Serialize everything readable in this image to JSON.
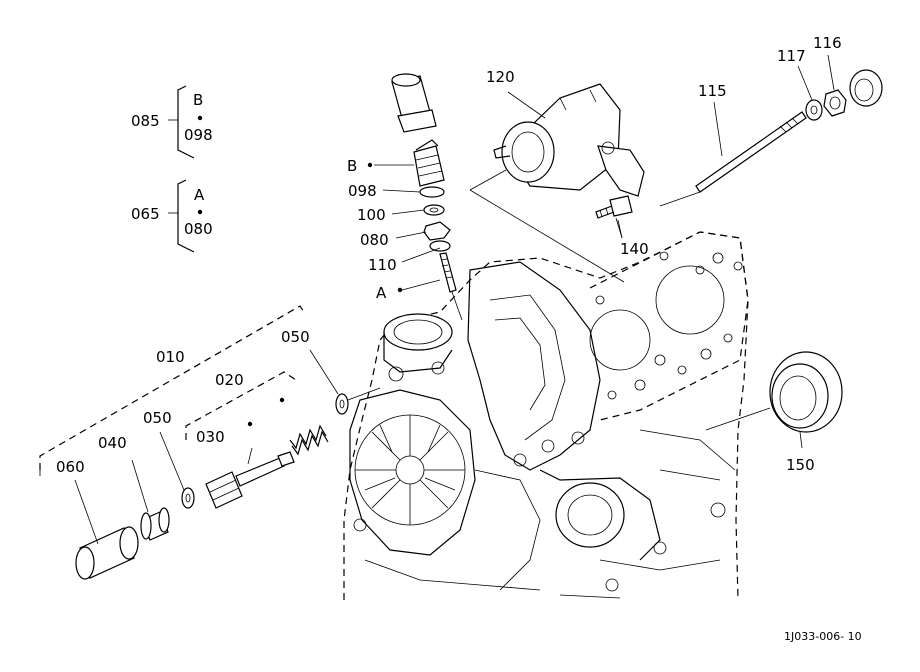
{
  "labels": {
    "p010": "010",
    "p020": "020",
    "p030": "030",
    "p040": "040",
    "p050a": "050",
    "p050b": "050",
    "p060": "060",
    "p065": "065",
    "p080a": "080",
    "p080b": "080",
    "p085": "085",
    "p098a": "098",
    "p098b": "098",
    "p100": "100",
    "p110": "110",
    "p115": "115",
    "p116": "116",
    "p117": "117",
    "p120": "120",
    "p140": "140",
    "p150": "150",
    "refA1": "A",
    "refA2": "A",
    "refB1": "B",
    "refB2": "B"
  },
  "footer": {
    "drawing_code": "1J033-006- 10"
  },
  "colors": {
    "ink": "#000000",
    "paper": "#ffffff"
  }
}
